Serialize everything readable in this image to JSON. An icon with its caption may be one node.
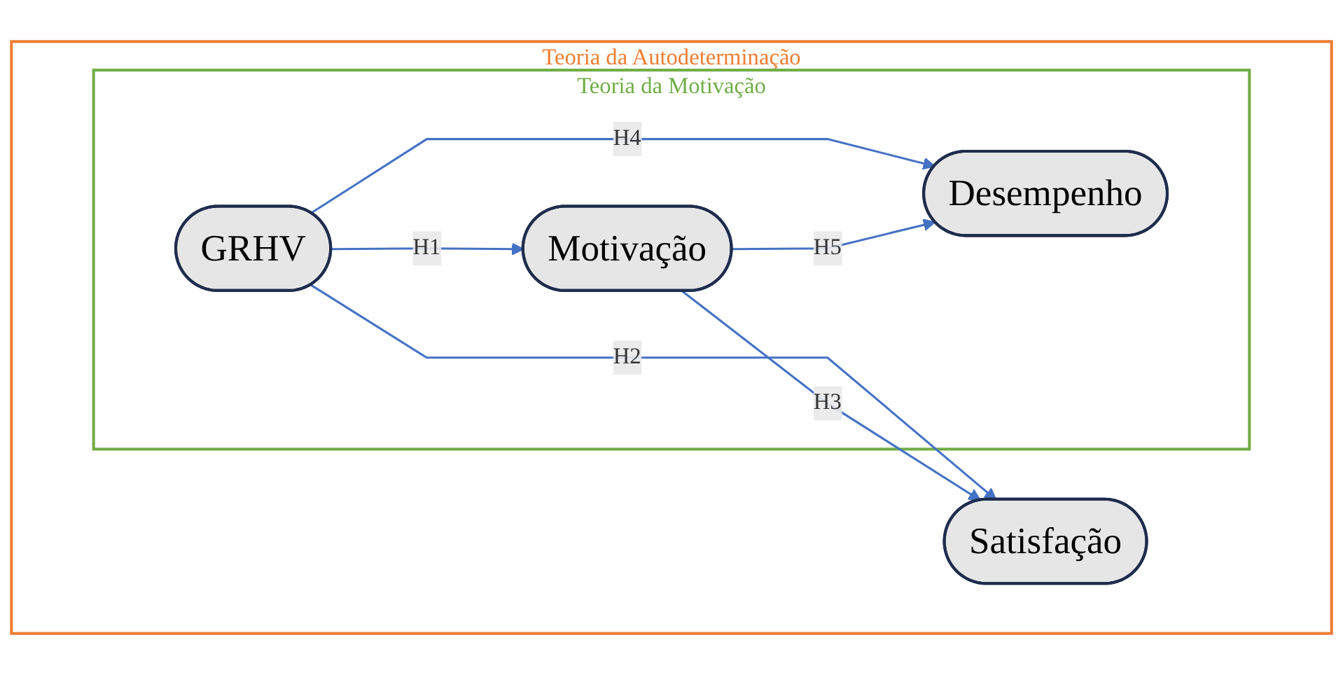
{
  "diagram": {
    "nodes": [
      {
        "text": [
          "Teoria da Autodeterminação"
        ]
      },
      {
        "text": [
          "Teoria da Motivação"
        ],
        "in": 0
      },
      {
        "text": [
          "GRHV"
        ],
        "in": 1
      },
      {
        "text": [
          "Satisfação"
        ],
        "in": 0
      },
      {
        "text": [
          "Motivação"
        ],
        "in": 1
      },
      {
        "text": [
          "Desempenho"
        ],
        "in": 1
      }
    ],
    "edges": [
      {
        "from": 2,
        "to": 4,
        "arrow": "to",
        "label": "H1"
      },
      {
        "from": 2,
        "to": 3,
        "arrow": "to",
        "label": "H2"
      },
      {
        "from": 4,
        "to": 3,
        "arrow": "to",
        "label": "H3"
      },
      {
        "from": 2,
        "to": 5,
        "arrow": "to",
        "label": "H4"
      },
      {
        "from": 4,
        "to": 5,
        "arrow": "to",
        "label": "H5"
      }
    ]
  }
}
